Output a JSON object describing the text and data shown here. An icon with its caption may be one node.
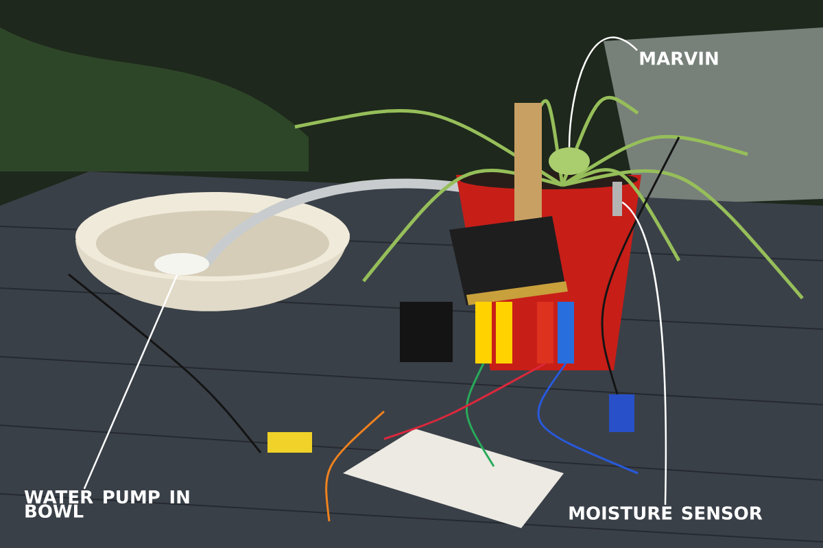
{
  "diagram": {
    "nodes": [
      {
        "text": [
          "MARVIN"
        ]
      },
      {
        "text": [
          "WATER PUMP IN BOWL"
        ]
      },
      {
        "text": [
          "MOISTURE SENSOR"
        ]
      },
      {
        "text": [],
        "shape": "circle"
      },
      {
        "text": [],
        "shape": "circle"
      },
      {
        "text": [],
        "shape": "box"
      }
    ],
    "edges": [
      {
        "from": 0,
        "to": 3,
        "arrow": "none"
      },
      {
        "from": 1,
        "to": 4,
        "arrow": "none"
      },
      {
        "from": 2,
        "to": 5,
        "arrow": "none"
      }
    ]
  }
}
